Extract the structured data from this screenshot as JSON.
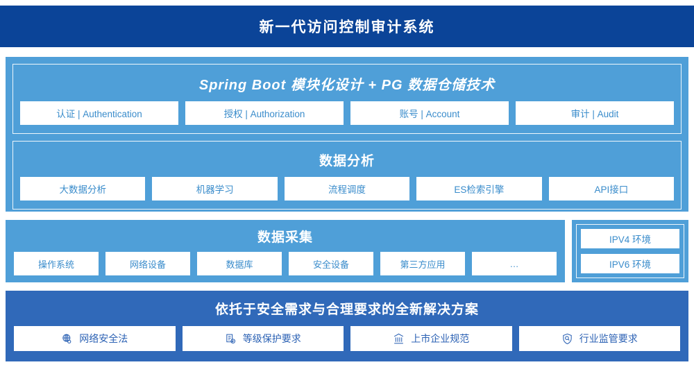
{
  "header": {
    "title": "新一代访问控制审计系统"
  },
  "colors": {
    "header_bg": "#0b4498",
    "panel_blue": "#4f9fd8",
    "bottom_blue": "#3069b9",
    "chip_text": "#3a8ccb",
    "bottom_chip_text": "#2c62b4",
    "chip_bg": "#ffffff"
  },
  "platform": {
    "title": "Spring Boot 模块化设计 + PG 数据仓储技术",
    "chips": [
      {
        "label": "认证 | Authentication"
      },
      {
        "label": "授权 | Authorization"
      },
      {
        "label": "账号 | Account"
      },
      {
        "label": "审计 | Audit"
      }
    ]
  },
  "analysis": {
    "title": "数据分析",
    "chips": [
      {
        "label": "大数据分析"
      },
      {
        "label": "机器学习"
      },
      {
        "label": "流程调度"
      },
      {
        "label": "ES检索引擎"
      },
      {
        "label": "API接口"
      }
    ]
  },
  "collection": {
    "title": "数据采集",
    "chips": [
      {
        "label": "操作系统"
      },
      {
        "label": "网络设备"
      },
      {
        "label": "数据库"
      },
      {
        "label": "安全设备"
      },
      {
        "label": "第三方应用"
      },
      {
        "label": "…"
      }
    ]
  },
  "environment": {
    "chips": [
      {
        "label": "IPV4 环境"
      },
      {
        "label": "IPV6 环境"
      }
    ]
  },
  "solution": {
    "title": "依托于安全需求与合理要求的全新解决方案",
    "chips": [
      {
        "label": "网络安全法",
        "icon": "globe-icon"
      },
      {
        "label": "等级保护要求",
        "icon": "document-check-icon"
      },
      {
        "label": "上市企业规范",
        "icon": "bank-icon"
      },
      {
        "label": "行业监管要求",
        "icon": "shield-search-icon"
      }
    ]
  }
}
